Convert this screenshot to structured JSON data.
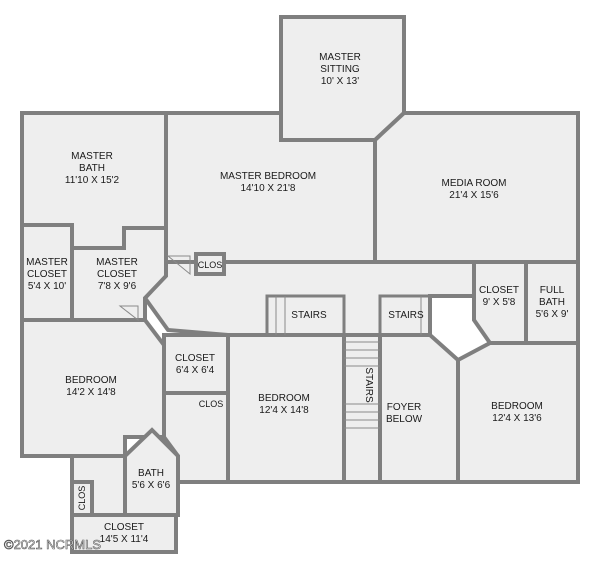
{
  "rooms": {
    "master_sitting": {
      "name_line1": "MASTER",
      "name_line2": "SITTING",
      "size": "10' X 13'"
    },
    "master_bath": {
      "name_line1": "MASTER",
      "name_line2": "BATH",
      "size": "11'10 X 15'2"
    },
    "master_bedroom": {
      "name": "MASTER BEDROOM",
      "size": "14'10 X 21'8"
    },
    "media_room": {
      "name": "MEDIA ROOM",
      "size": "21'4 X 15'6"
    },
    "master_closet_1": {
      "name_line1": "MASTER",
      "name_line2": "CLOSET",
      "size": "5'4 X 10'"
    },
    "master_closet_2": {
      "name_line1": "MASTER",
      "name_line2": "CLOSET",
      "size": "7'8 X 9'6"
    },
    "clos_1": {
      "name": "CLOS"
    },
    "closet_right": {
      "name": "CLOSET",
      "size": "9' X 5'8"
    },
    "full_bath": {
      "name_line1": "FULL",
      "name_line2": "BATH",
      "size": "5'6 X 9'"
    },
    "stairs_left": {
      "name": "STAIRS"
    },
    "stairs_right": {
      "name": "STAIRS"
    },
    "stairs_vertical": {
      "name": "STAIRS"
    },
    "bedroom_left": {
      "name": "BEDROOM",
      "size": "14'2 X 14'8"
    },
    "closet_mid": {
      "name": "CLOSET",
      "size": "6'4 X 6'4"
    },
    "clos_2": {
      "name": "CLOS"
    },
    "bedroom_center": {
      "name": "BEDROOM",
      "size": "12'4 X 14'8"
    },
    "foyer": {
      "name_line1": "FOYER",
      "name_line2": "BELOW"
    },
    "bedroom_right": {
      "name": "BEDROOM",
      "size": "12'4 X 13'6"
    },
    "bath": {
      "name": "BATH",
      "size": "5'6 X 6'6"
    },
    "clos_3": {
      "name": "CLOS"
    },
    "closet_bottom": {
      "name": "CLOSET",
      "size": "14'5 X 11'4"
    }
  },
  "watermark": {
    "text": "©2021 NCRMLS"
  },
  "colors": {
    "floor": "#eeeeee",
    "wall": "#7f7f7f",
    "background": "#ffffff"
  }
}
